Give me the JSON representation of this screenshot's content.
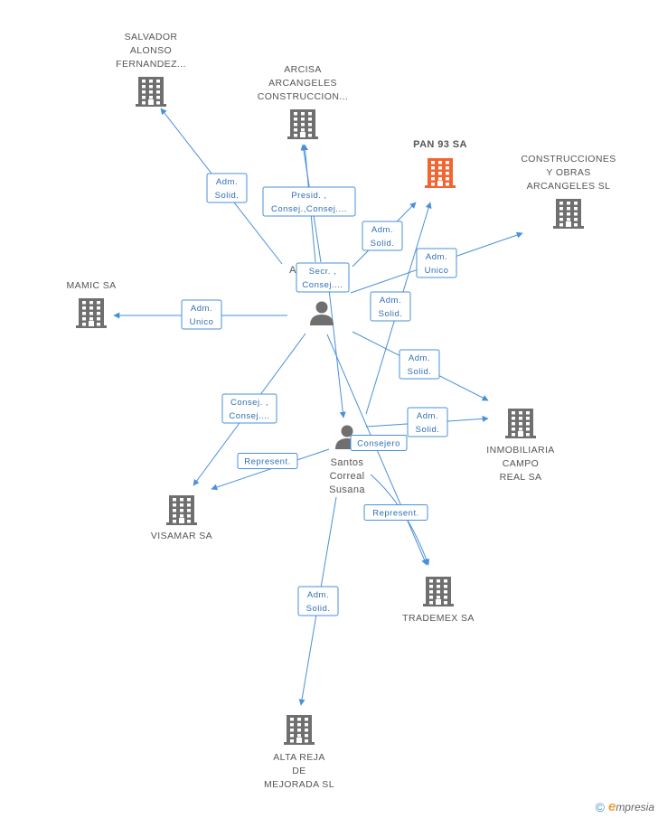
{
  "companies": [
    {
      "id": "salvador",
      "lines": [
        "SALVADOR",
        "ALONSO",
        "FERNANDEZ..."
      ],
      "highlight": false
    },
    {
      "id": "arcisa",
      "lines": [
        "ARCISA",
        "ARCANGELES",
        "CONSTRUCCION..."
      ],
      "highlight": false
    },
    {
      "id": "pan93",
      "lines": [
        "PAN 93 SA"
      ],
      "highlight": true
    },
    {
      "id": "construcciones",
      "lines": [
        "CONSTRUCCIONES",
        "Y OBRAS",
        "ARCANGELES SL"
      ],
      "highlight": false
    },
    {
      "id": "mamic",
      "lines": [
        "MAMIC SA"
      ],
      "highlight": false
    },
    {
      "id": "inmobiliaria",
      "lines": [
        "INMOBILIARIA",
        "CAMPO",
        "REAL SA"
      ],
      "highlight": false
    },
    {
      "id": "visamar",
      "lines": [
        "VISAMAR SA"
      ],
      "highlight": false
    },
    {
      "id": "trademex",
      "lines": [
        "TRADEMEX SA"
      ],
      "highlight": false
    },
    {
      "id": "altareja",
      "lines": [
        "ALTA REJA",
        "DE",
        "MEJORADA SL"
      ],
      "highlight": false
    }
  ],
  "persons": [
    {
      "id": "p1",
      "lines": [
        "A"
      ]
    },
    {
      "id": "p2",
      "lines": [
        "Santos",
        "Correal",
        "Susana"
      ]
    }
  ],
  "relations": [
    {
      "id": "r1",
      "lines": [
        "Adm.",
        "Solid."
      ]
    },
    {
      "id": "r2",
      "lines": [
        "Presid. ,",
        "Consej.,Consej...."
      ]
    },
    {
      "id": "r3",
      "lines": [
        "Adm.",
        "Solid."
      ]
    },
    {
      "id": "r4",
      "lines": [
        "Secr. ,",
        "Consej...."
      ]
    },
    {
      "id": "r5",
      "lines": [
        "Adm.",
        "Unico"
      ]
    },
    {
      "id": "r6",
      "lines": [
        "Adm.",
        "Unico"
      ]
    },
    {
      "id": "r7",
      "lines": [
        "Adm.",
        "Solid."
      ]
    },
    {
      "id": "r8",
      "lines": [
        "Adm.",
        "Solid."
      ]
    },
    {
      "id": "r9",
      "lines": [
        "Consej. ,",
        "Consej...."
      ]
    },
    {
      "id": "r10",
      "lines": [
        "Adm.",
        "Solid."
      ]
    },
    {
      "id": "r11",
      "lines": [
        "Consejero"
      ]
    },
    {
      "id": "r12",
      "lines": [
        "Represent."
      ]
    },
    {
      "id": "r13",
      "lines": [
        "Represent."
      ]
    },
    {
      "id": "r14",
      "lines": [
        "Adm.",
        "Solid."
      ]
    }
  ],
  "footer": {
    "copyright": "©",
    "brand_initial": "e",
    "brand_rest": "mpresia"
  },
  "colors": {
    "edge": "#4a90d9",
    "building": "#6f6f6f",
    "highlight": "#f26430",
    "label": "#555555"
  }
}
